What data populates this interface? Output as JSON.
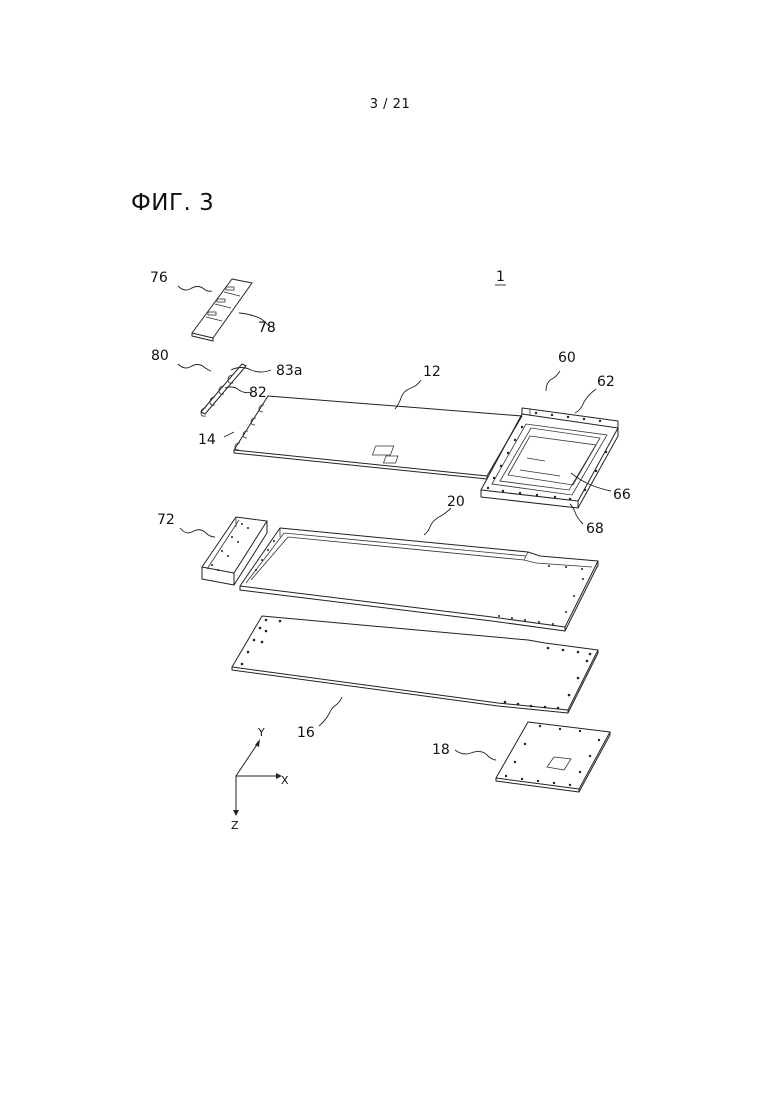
{
  "header": {
    "page_number": "3 / 21"
  },
  "figure": {
    "title": "ФИГ. 3",
    "assembly_ref": "1"
  },
  "refs": {
    "r76": "76",
    "r78": "78",
    "r80": "80",
    "r83a": "83a",
    "r82": "82",
    "r14": "14",
    "r12": "12",
    "r60": "60",
    "r62": "62",
    "r66": "66",
    "r68": "68",
    "r72": "72",
    "r20": "20",
    "r16": "16",
    "r18": "18"
  },
  "axes": {
    "x": "X",
    "y": "Y",
    "z": "Z"
  }
}
